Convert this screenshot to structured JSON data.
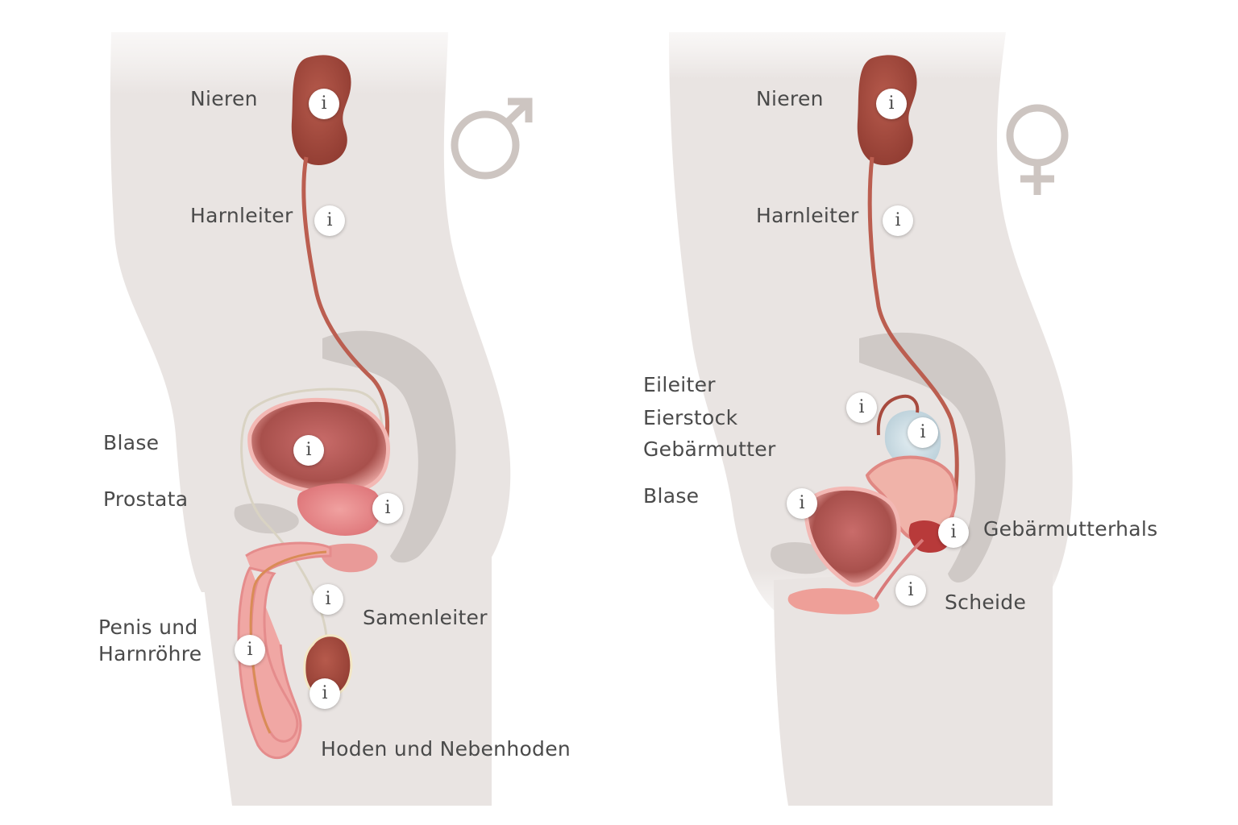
{
  "figures": {
    "male": {
      "labels": {
        "kidneys": "Nieren",
        "ureter": "Harnleiter",
        "bladder": "Blase",
        "prostate": "Prostata",
        "penis_line1": "Penis und",
        "penis_line2": "Harnröhre",
        "vas_deferens": "Samenleiter",
        "testes": "Hoden und Nebenhoden"
      }
    },
    "female": {
      "labels": {
        "kidneys": "Nieren",
        "ureter": "Harnleiter",
        "fallopian_tube": "Eileiter",
        "ovary": "Eierstock",
        "uterus": "Gebärmutter",
        "bladder": "Blase",
        "cervix": "Gebärmutterhals",
        "vagina": "Scheide"
      }
    }
  },
  "info_glyph": "i",
  "symbols": {
    "male": "mars-symbol",
    "female": "venus-symbol"
  },
  "colors": {
    "body": "#e9e4e2",
    "body_shadow": "#d9d3d0",
    "organ_dark": "#a84a3e",
    "organ_pink": "#e58a8a",
    "symbol": "#cdc5c1",
    "label": "#4a4a4a"
  }
}
